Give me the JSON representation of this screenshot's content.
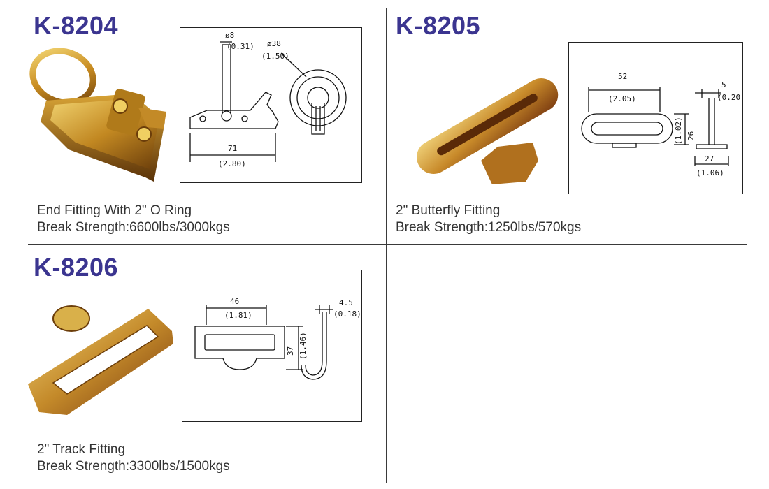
{
  "products": [
    {
      "code": "K-8204",
      "name": "End Fitting With 2\" O Ring",
      "strength": "Break Strength:6600lbs/3000kgs",
      "dims": {
        "d1": "ø8",
        "d1b": "(0.31)",
        "d2": "ø38",
        "d2b": "(1.50)",
        "w": "71",
        "wb": "(2.80)"
      }
    },
    {
      "code": "K-8205",
      "name": "2\" Butterfly Fitting",
      "strength": "Break Strength:1250lbs/570kgs",
      "dims": {
        "w": "52",
        "wb": "(2.05)",
        "h": "26",
        "hb": "(1.02)",
        "t": "5",
        "tb": "(0.20)",
        "b": "27",
        "bb": "(1.06)"
      }
    },
    {
      "code": "K-8206",
      "name": "2\" Track Fitting",
      "strength": "Break Strength:3300lbs/1500kgs",
      "dims": {
        "w": "46",
        "wb": "(1.81)",
        "h": "37",
        "hb": "(1.46)",
        "t": "4.5",
        "tb": "(0.18)"
      }
    }
  ],
  "colors": {
    "code": "#3b3590",
    "metal_light": "#e8c65a",
    "metal_dark": "#8a5a14"
  }
}
